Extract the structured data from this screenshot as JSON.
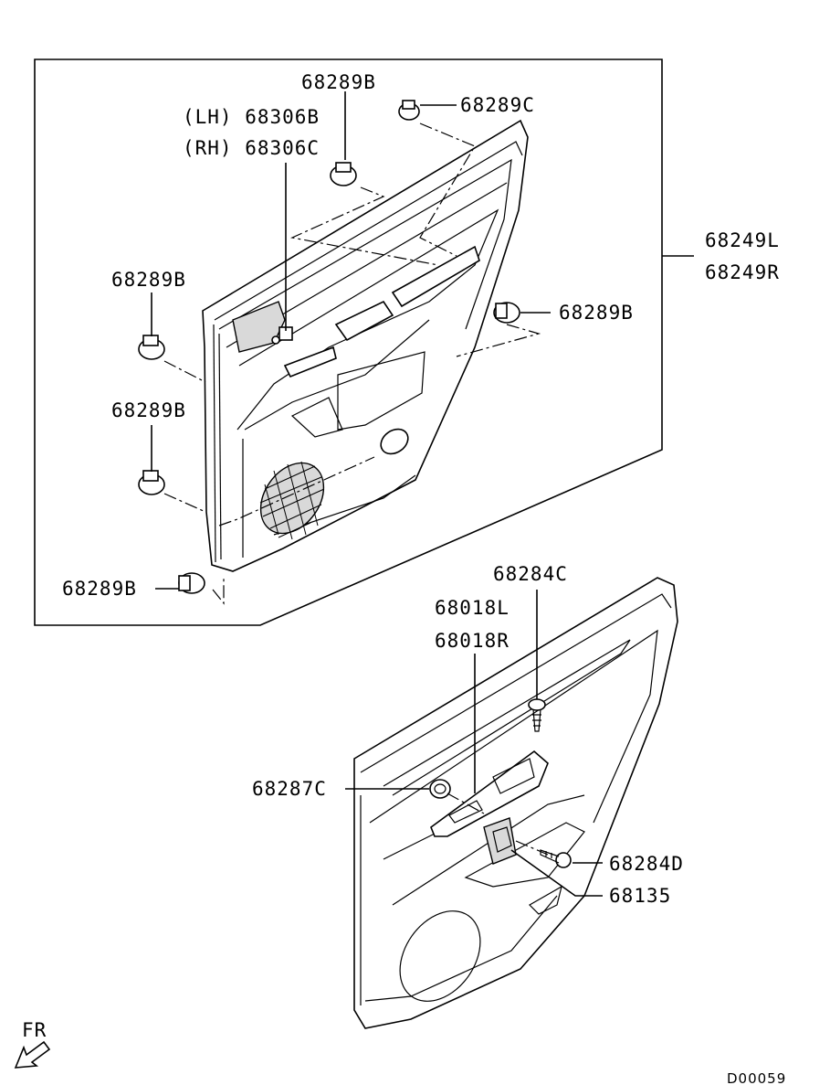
{
  "labels": {
    "clip_top": "68289B",
    "lh": "(LH) 68306B",
    "rh": "(RH) 68306C",
    "clip_c": "68289C",
    "panel_l": "68249L",
    "panel_r": "68249R",
    "clip_left1": "68289B",
    "clip_right": "68289B",
    "clip_left2": "68289B",
    "clip_bottom": "68289B",
    "screw_c": "68284C",
    "panel2_l": "68018L",
    "panel2_r": "68018R",
    "clip_87c": "68287C",
    "screw_d": "68284D",
    "bracket": "68135",
    "fr": "FR",
    "diagram_code": "D00059"
  }
}
